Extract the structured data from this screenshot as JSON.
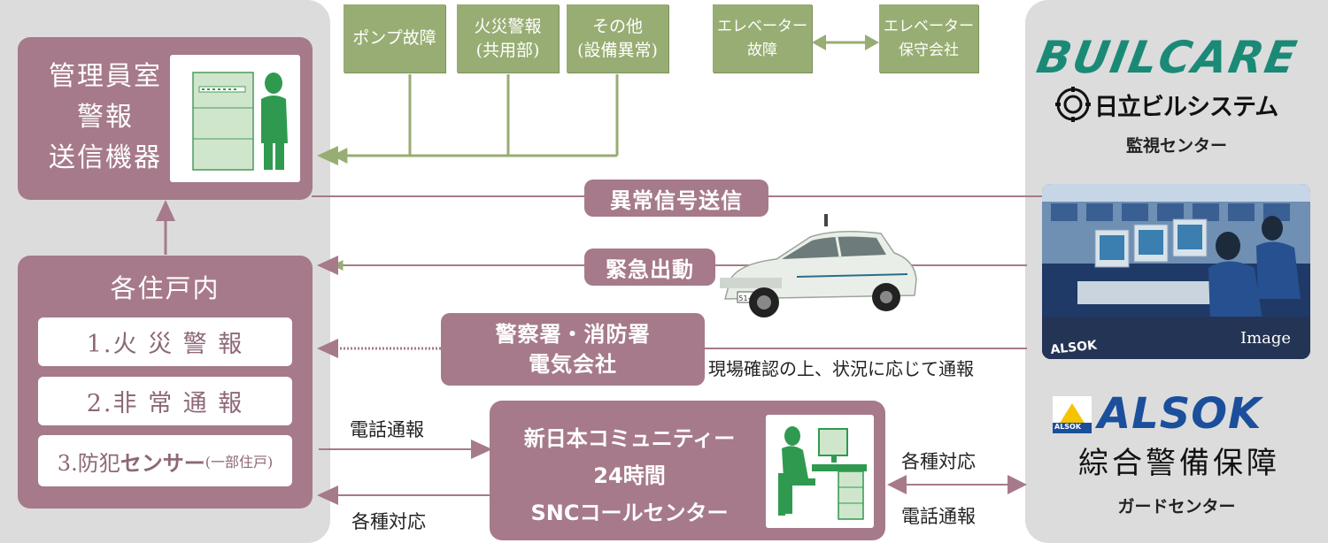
{
  "left": {
    "admin_room": [
      "管理員室",
      "警報",
      "送信機器"
    ],
    "dwelling_title": "各住戸内",
    "alarms": [
      "1.火 災 警 報",
      "2.非 常 通 報"
    ],
    "sensor_main": "3.防犯",
    "sensor_bold": "センサー",
    "sensor_note": "(一部住戸)"
  },
  "inputs": {
    "pump": "ポンプ故障",
    "fire_1": "火災警報",
    "fire_2": "(共用部)",
    "other_1": "その他",
    "other_2": "(設備異常)",
    "elevator_1": "エレベーター",
    "elevator_2": "故障",
    "maint_1": "エレベーター",
    "maint_2": "保守会社"
  },
  "flows": {
    "abnormal_signal": "異常信号送信",
    "emergency": "緊急出動",
    "police_1": "警察署・消防署",
    "police_2": "電気会社",
    "confirm_note": "現場確認の上、状況に応じて通報",
    "phone_report": "電話通報",
    "response": "各種対応",
    "right_response": "各種対応",
    "right_phone": "電話通報"
  },
  "call_center": {
    "line1": "新日本コミュニティー",
    "line2": "24時間",
    "line3": "SNCコールセンター"
  },
  "right": {
    "builcare_logo": "BUILCARE",
    "hitachi": "日立ビルシステム",
    "monitor_center": "監視センター",
    "photo_label": "Image",
    "photo_sign": "ALSOK",
    "alsok_logo": "ALSOK",
    "alsok_small": "ALSOK",
    "alsok_name": "綜合警備保障",
    "guard_center": "ガードセンター"
  },
  "taxi_plate": "51-54",
  "colors": {
    "mauve": "#a67a8a",
    "green": "#98ad73",
    "light_green": "#cfe6cc",
    "figure_green": "#2f9a4f",
    "panel_gray": "#dcdcdc",
    "alsok_blue": "#1b4f9c",
    "builcare_green": "#1a8a77"
  }
}
